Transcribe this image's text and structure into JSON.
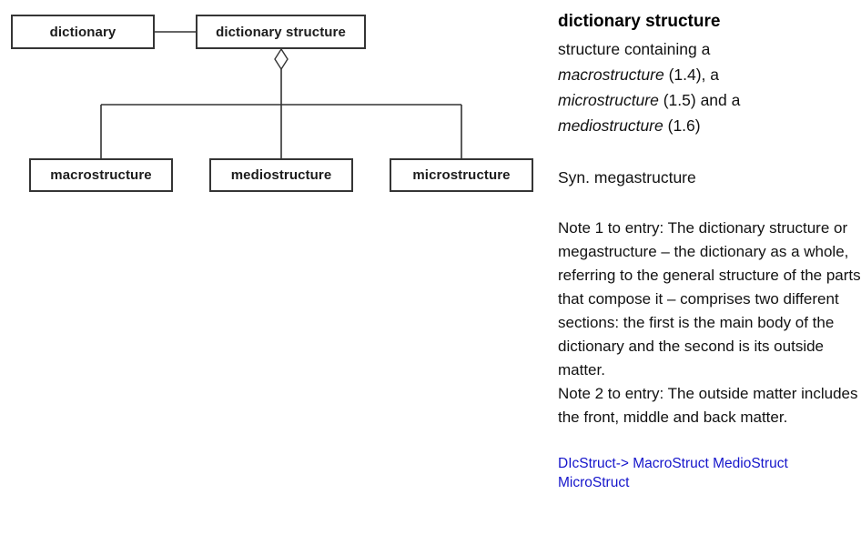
{
  "diagram": {
    "nodes": {
      "dictionary": "dictionary",
      "dictionary_structure": "dictionary structure",
      "macrostructure": "macrostructure",
      "mediostructure": "mediostructure",
      "microstructure": "microstructure"
    },
    "relation": "aggregation",
    "line_color": "#333333"
  },
  "entry": {
    "term": "dictionary structure",
    "definition": {
      "line1": "structure containing a",
      "line2_term": "macrostructure",
      "line2_rest": " (1.4), a",
      "line3_term": "microstructure",
      "line3_rest": " (1.5) and a",
      "line4_term": "mediostructure",
      "line4_rest": " (1.6)"
    },
    "synonym": "Syn. megastructure",
    "note1": "Note 1 to entry: The dictionary structure or megastructure – the dictionary as a whole, referring to the general structure of the parts that compose it – comprises two different sections: the first is the main body of the dictionary and the second is its outside matter.",
    "note2": "Note 2 to entry: The outside matter includes the front, middle and back matter.",
    "links": "DIcStruct-> MacroStruct MedioStruct MicroStruct",
    "link_color": "#1515cb"
  }
}
